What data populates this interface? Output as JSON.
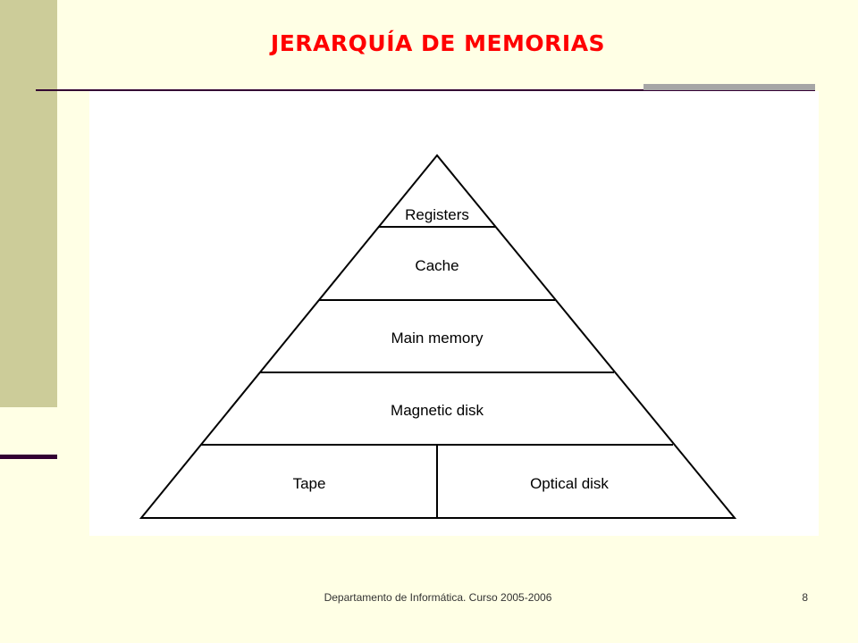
{
  "slide": {
    "title": "JERARQUÍA DE MEMORIAS",
    "footer": "Departamento de Informática. Curso 2005-2006",
    "page_number": "8"
  },
  "diagram": {
    "levels": [
      {
        "label": "Registers"
      },
      {
        "label": "Cache"
      },
      {
        "label": "Main memory"
      },
      {
        "label": "Magnetic disk"
      },
      {
        "label": "Tape"
      },
      {
        "label": "Optical disk"
      }
    ]
  },
  "colors": {
    "title": "#FF0000",
    "background": "#FFFFE5",
    "side_band": "#CCCC99",
    "rule": "#330033",
    "rule_accent": "#A6A6A6"
  }
}
